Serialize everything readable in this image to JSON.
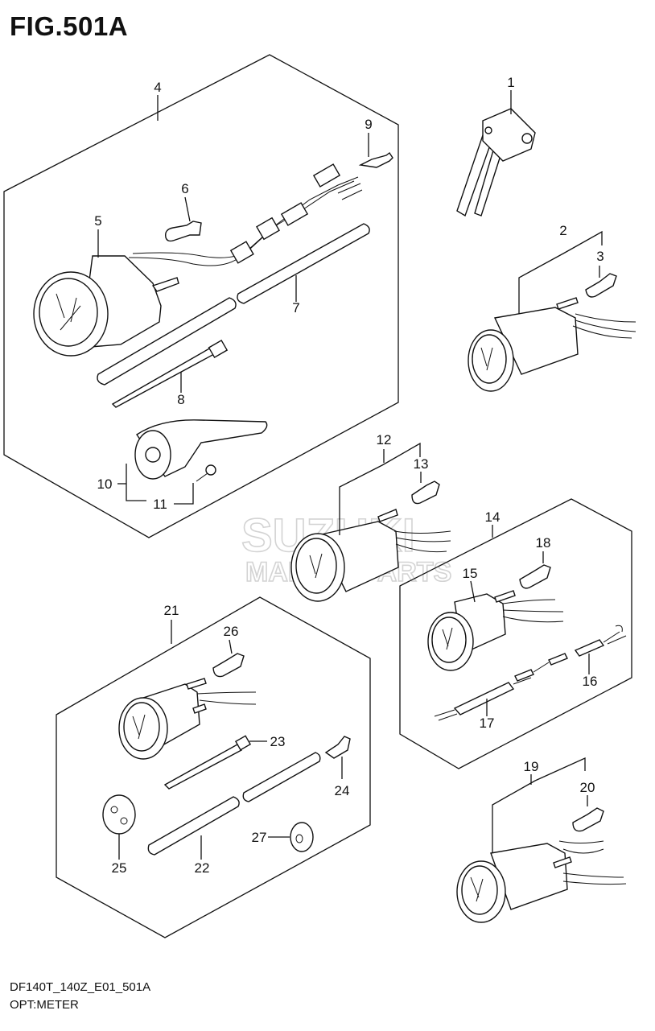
{
  "title": "FIG.501A",
  "footer": {
    "model_code": "DF140T_140Z_E01_501A",
    "section_name": "OPT:METER"
  },
  "watermark": {
    "line1": "SUZUKI",
    "line2": "MARINE PARTS"
  },
  "callouts": {
    "c1": "1",
    "c2": "2",
    "c3": "3",
    "c4": "4",
    "c5": "5",
    "c6": "6",
    "c7": "7",
    "c8": "8",
    "c9": "9",
    "c10": "10",
    "c11": "11",
    "c12": "12",
    "c13": "13",
    "c14": "14",
    "c15": "15",
    "c16": "16",
    "c17": "17",
    "c18": "18",
    "c19": "19",
    "c20": "20",
    "c21": "21",
    "c22": "22",
    "c23": "23",
    "c24": "24",
    "c25": "25",
    "c26": "26",
    "c27": "27"
  }
}
